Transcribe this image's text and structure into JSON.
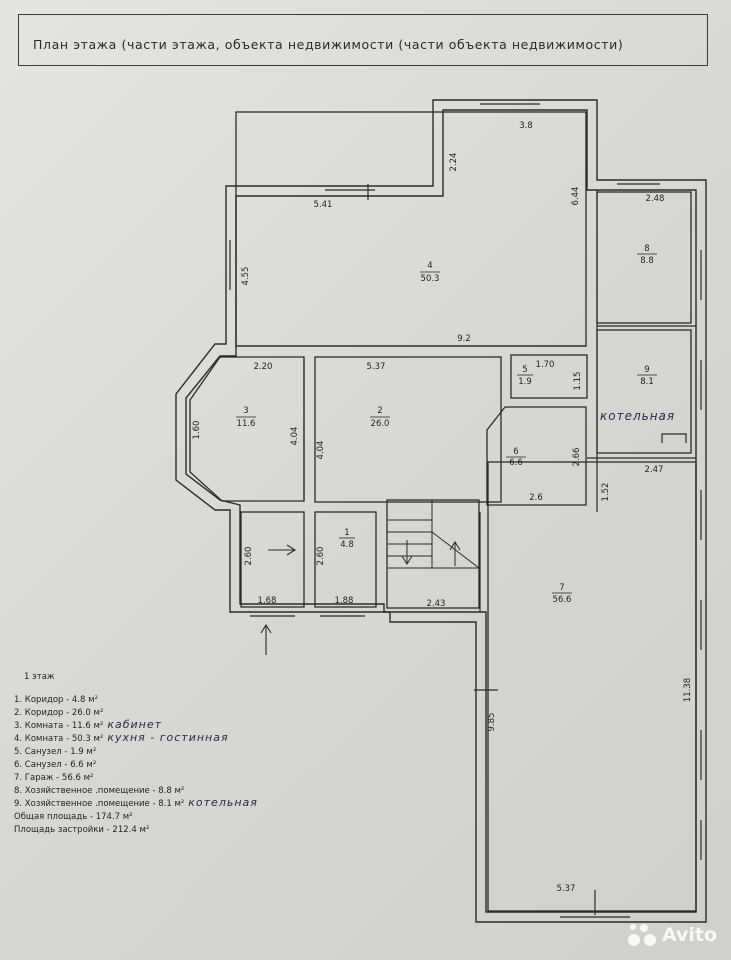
{
  "title": "План этажа (части этажа, объекта недвижимости (части объекта недвижимости)",
  "rooms": [
    {
      "num": "1",
      "area": "4.8"
    },
    {
      "num": "2",
      "area": "26.0"
    },
    {
      "num": "3",
      "area": "11.6"
    },
    {
      "num": "4",
      "area": "50.3"
    },
    {
      "num": "5",
      "area": "1.9"
    },
    {
      "num": "6",
      "area": "6.6"
    },
    {
      "num": "7",
      "area": "56.6"
    },
    {
      "num": "8",
      "area": "8.8"
    },
    {
      "num": "9",
      "area": "8.1"
    }
  ],
  "dimensions": {
    "d3_8": "3.8",
    "d2_24": "2.24",
    "d6_44": "6.44",
    "d5_41": "5.41",
    "d4_55": "4.55",
    "d9_2": "9.2",
    "d2_48": "2.48",
    "d2_20": "2.20",
    "d5_37_top": "5.37",
    "d1_70": "1.70",
    "d1_15": "1.15",
    "d1_60": "1.60",
    "d4_04_a": "4.04",
    "d4_04_b": "4.04",
    "d2_66": "2.66",
    "d2_6": "2.6",
    "d2_47": "2.47",
    "d1_52": "1.52",
    "d2_60_a": "2.60",
    "d2_60_b": "2.60",
    "d1_68": "1.68",
    "d1_88": "1.88",
    "d2_43": "2.43",
    "d9_85": "9.85",
    "d11_38": "11.38",
    "d5_37_bottom": "5.37"
  },
  "handwritten": {
    "boiler": "котельная"
  },
  "legend": {
    "floor": "1 этаж",
    "items": [
      {
        "text": "1. Коридор  -  4.8  м²",
        "note": ""
      },
      {
        "text": "2. Коридор  -  26.0  м²",
        "note": ""
      },
      {
        "text": "3. Комната  -  11.6  м²",
        "note": "кабинет"
      },
      {
        "text": "4. Комната  -  50.3  м²",
        "note": "кухня - гостинная"
      },
      {
        "text": "5. Санузел  -  1.9  м²",
        "note": ""
      },
      {
        "text": "6. Санузел  -  6.6  м²",
        "note": ""
      },
      {
        "text": "7. Гараж  -  56.6  м²",
        "note": ""
      },
      {
        "text": "8. Хозяйственное .помещение  -  8.8  м²",
        "note": ""
      },
      {
        "text": "9. Хозяйственное .помещение  -  8.1  м²",
        "note": "котельная"
      }
    ],
    "total": "Общая площадь  -  174.7  м²",
    "built": "Площадь застройки  -  212.4  м²"
  },
  "watermark": "Avito"
}
